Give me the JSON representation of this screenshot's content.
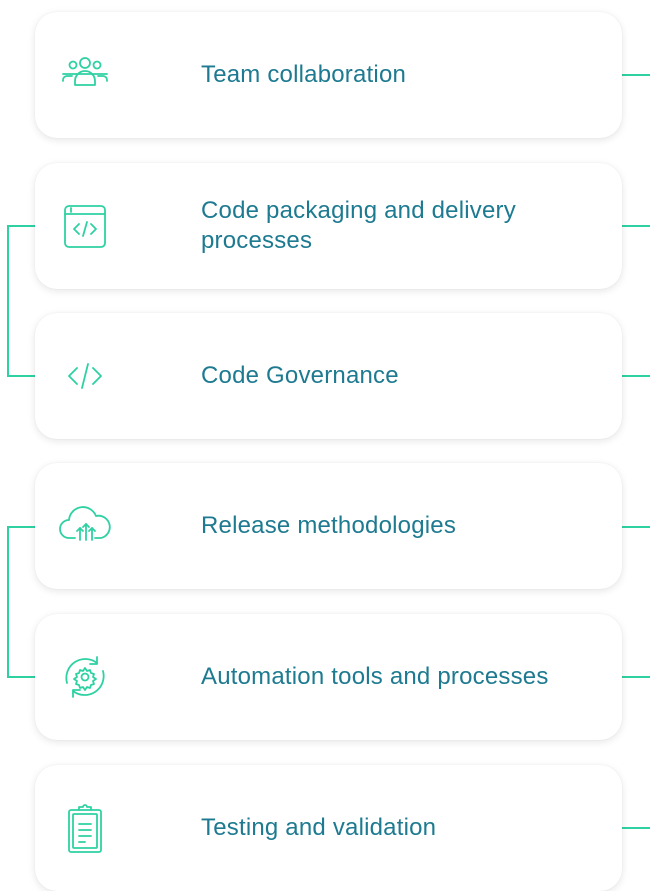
{
  "colors": {
    "label_text": "#1d7a90",
    "icon_stroke": "#2ed1a2",
    "connector": "#2ed1a2",
    "card_background": "#ffffff"
  },
  "items": [
    {
      "icon": "team-icon",
      "label": "Team collaboration"
    },
    {
      "icon": "code-file-icon",
      "label": "Code packaging and delivery processes"
    },
    {
      "icon": "code-brackets-icon",
      "label": "Code Governance"
    },
    {
      "icon": "cloud-upload-icon",
      "label": "Release methodologies"
    },
    {
      "icon": "gear-sync-icon",
      "label": "Automation tools and processes"
    },
    {
      "icon": "clipboard-icon",
      "label": "Testing and validation"
    }
  ]
}
